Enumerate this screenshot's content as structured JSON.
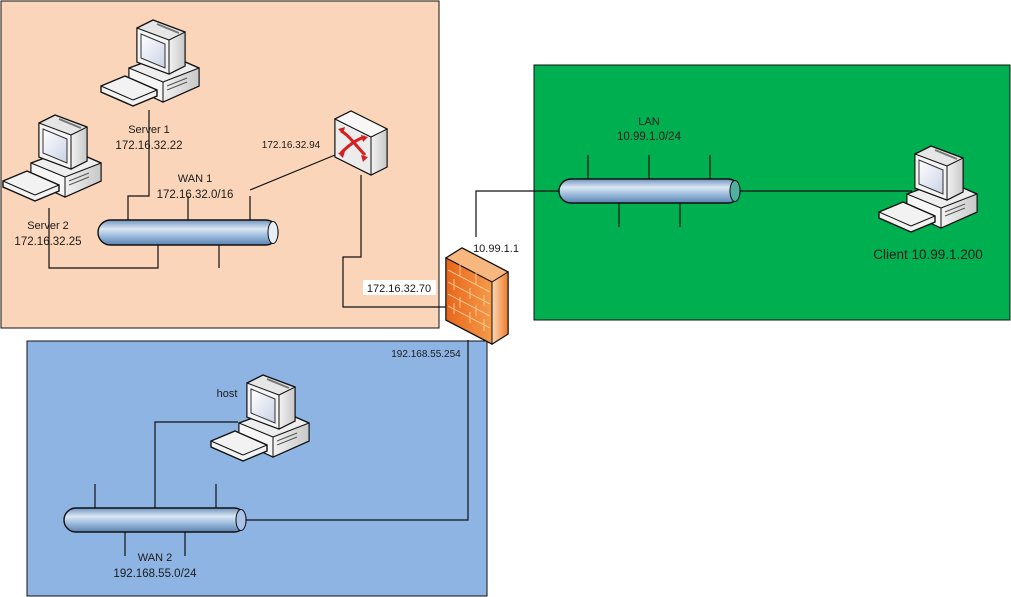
{
  "colors": {
    "wan1_zone": "#fad5b9",
    "lan_zone": "#00b050",
    "wan2_zone": "#8eb4e3",
    "bus_pipe": "#8fb2d6",
    "firewall": "#f07c2a",
    "router_arrows": "#d42020"
  },
  "zones": {
    "wan1": {
      "name": "WAN 1",
      "subnet": "172.16.32.0/16"
    },
    "lan": {
      "name": "LAN",
      "subnet": "10.99.1.0/24"
    },
    "wan2": {
      "name": "WAN 2",
      "subnet": "192.168.55.0/24"
    }
  },
  "nodes": {
    "server1": {
      "name": "Server 1",
      "ip": "172.16.32.22",
      "icon": "desktop-computer-icon"
    },
    "server2": {
      "name": "Server 2",
      "ip": "172.16.32.25",
      "icon": "desktop-computer-icon"
    },
    "router": {
      "ip": "172.16.32.94",
      "icon": "router-icon"
    },
    "firewall": {
      "icon": "firewall-icon",
      "ip_wan1": "172.16.32.70",
      "ip_lan": "10.99.1.1",
      "ip_wan2": "192.168.55.254"
    },
    "client": {
      "label": "Client 10.99.1.200",
      "icon": "desktop-computer-icon"
    },
    "host": {
      "name": "host",
      "icon": "desktop-computer-icon"
    }
  }
}
